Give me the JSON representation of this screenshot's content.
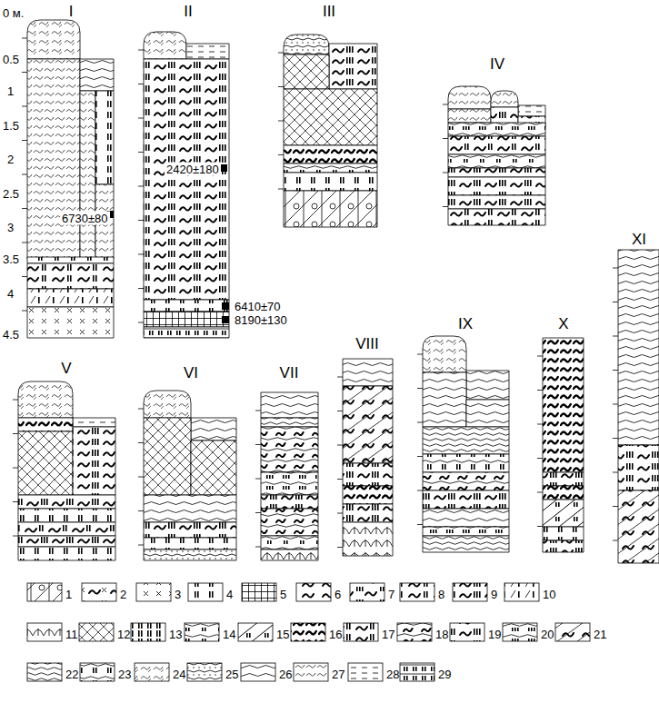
{
  "diagram": {
    "labels": [
      "0 м.",
      "0.5",
      "1",
      "1.5",
      "2",
      "2.5",
      "3",
      "3.5",
      "4",
      "4.5",
      "I",
      "II",
      "III",
      "IV",
      "V",
      "VI",
      "VII",
      "VIII",
      "IX",
      "X",
      "XI",
      "6730±80",
      "2420±180",
      "6410±70",
      "8190±130"
    ],
    "legend": [
      {
        "text": "1"
      },
      {
        "text": "2"
      },
      {
        "text": "3"
      },
      {
        "text": "4"
      },
      {
        "text": "5"
      },
      {
        "text": "6"
      },
      {
        "text": "7"
      },
      {
        "text": "8"
      },
      {
        "text": "9"
      },
      {
        "text": "10"
      },
      {
        "text": "11"
      },
      {
        "text": "12"
      },
      {
        "text": "13"
      },
      {
        "text": "14"
      },
      {
        "text": "15"
      },
      {
        "text": "16"
      },
      {
        "text": "17"
      },
      {
        "text": "18"
      },
      {
        "text": "19"
      },
      {
        "text": "20"
      },
      {
        "text": "21"
      },
      {
        "text": "22"
      },
      {
        "text": "23"
      },
      {
        "text": "24"
      },
      {
        "text": "25"
      },
      {
        "text": "26"
      },
      {
        "text": "27"
      },
      {
        "text": "28"
      },
      {
        "text": "29"
      }
    ]
  }
}
